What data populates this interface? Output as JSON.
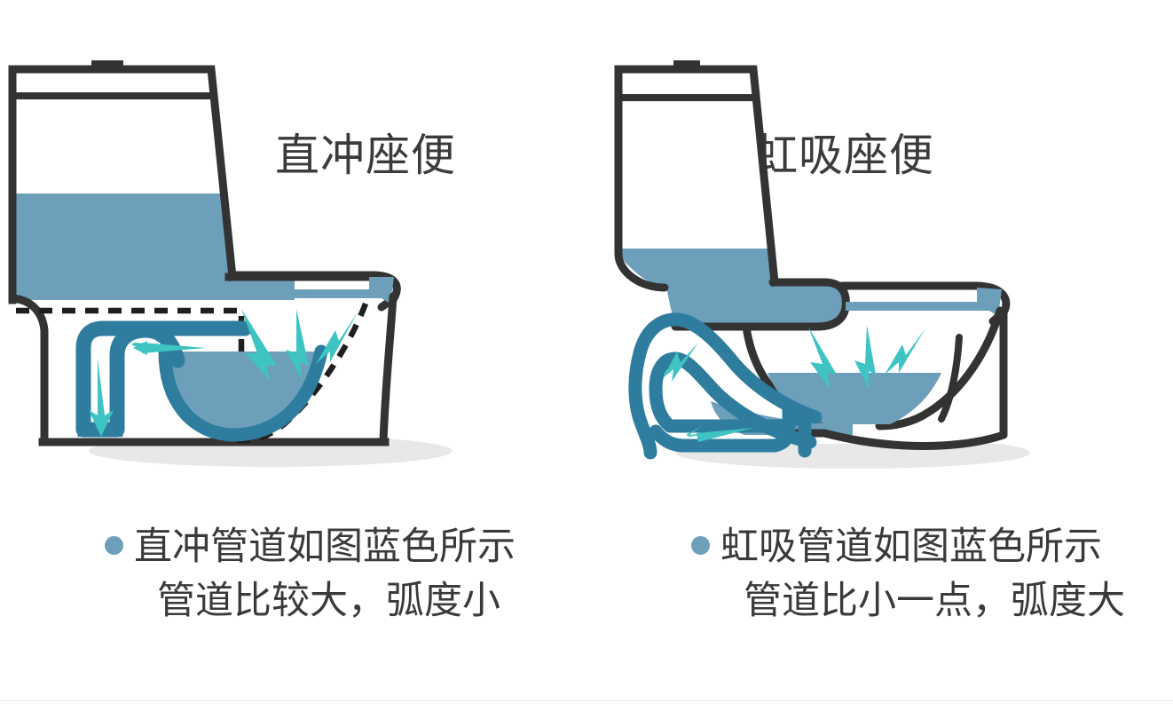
{
  "page": {
    "background": "#ffffff",
    "divider_color": "#ececec"
  },
  "palette": {
    "outline": "#333333",
    "water": "#6d9fbb",
    "pipe": "#2e7d9e",
    "arrow": "#3fc3c3",
    "shadow": "#e8e8e8",
    "text": "#3a3a3a",
    "bullet": "#6d9fbb"
  },
  "panels": [
    {
      "id": "direct-flush",
      "title": "直冲座便",
      "diagram_name": "direct-flush-toilet-diagram",
      "caption": {
        "line1": "直冲管道如图蓝色所示",
        "line2": "管道比较大，弧度小"
      }
    },
    {
      "id": "siphon",
      "title": "虹吸座便",
      "diagram_name": "siphon-toilet-diagram",
      "caption": {
        "line1": "虹吸管道如图蓝色所示",
        "line2": "管道比小一点，弧度大"
      }
    }
  ]
}
